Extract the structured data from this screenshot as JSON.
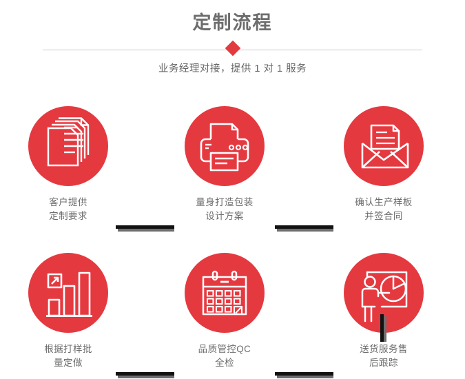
{
  "header": {
    "title": "定制流程",
    "subtitle": "业务经理对接，提供 1 对 1 服务",
    "accent_color": "#e53940",
    "title_color": "#6d6d6d",
    "divider_color": "#c9c9c9"
  },
  "flow": {
    "steps": [
      {
        "id": 1,
        "icon": "documents-stack-icon",
        "caption": "客户提供\n定制要求"
      },
      {
        "id": 2,
        "icon": "printer-icon",
        "caption": "量身打造包装\n设计方案"
      },
      {
        "id": 3,
        "icon": "open-envelope-icon",
        "caption": "确认生产样板\n并签合同"
      },
      {
        "id": 4,
        "icon": "bar-chart-growth-icon",
        "caption": "根据打样批\n量定做"
      },
      {
        "id": 5,
        "icon": "calendar-icon",
        "caption": "品质管控QC\n全检"
      },
      {
        "id": 6,
        "icon": "presentation-icon",
        "caption": "送货服务售\n后跟踪"
      }
    ],
    "connectors": {
      "bar_color": "#121212",
      "shadow_color": "#6e6e6e"
    }
  }
}
